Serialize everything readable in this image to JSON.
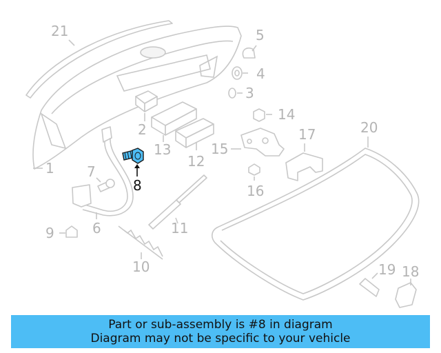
{
  "diagram": {
    "callouts": [
      "1",
      "2",
      "3",
      "4",
      "5",
      "6",
      "7",
      "8",
      "9",
      "10",
      "11",
      "12",
      "13",
      "14",
      "15",
      "16",
      "17",
      "18",
      "19",
      "20",
      "21"
    ],
    "highlighted_callout": "8",
    "colors": {
      "part_line": "#c8c8c8",
      "callout_text": "#b4b4b4",
      "highlight_text": "#111111",
      "highlight_part": "#4dbdf5"
    }
  },
  "banner": {
    "line1": "Part or sub-assembly is #8 in diagram",
    "line2": "Diagram may not be specific to your vehicle",
    "background": "#4dbdf5"
  }
}
